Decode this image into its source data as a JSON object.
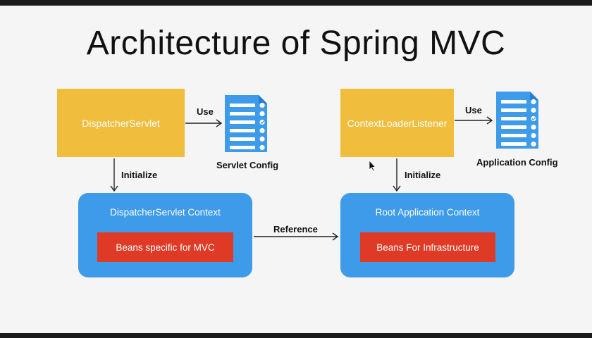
{
  "slide": {
    "title": "Architecture of Spring MVC"
  },
  "left": {
    "component": "DispatcherServlet",
    "use_label": "Use",
    "config_label": "Servlet Config",
    "initialize_label": "Initialize",
    "context_title": "DispatcherServlet Context",
    "beans_label": "Beans specific for MVC"
  },
  "right": {
    "component": "ContextLoaderListener",
    "use_label": "Use",
    "config_label": "Application Config",
    "initialize_label": "Initialize",
    "context_title": "Root Application Context",
    "beans_label": "Beans For Infrastructure"
  },
  "reference_label": "Reference",
  "colors": {
    "component": "#f0bd3d",
    "context": "#3d9be9",
    "beans": "#de3a26",
    "document_icon": "#3d9be9"
  }
}
